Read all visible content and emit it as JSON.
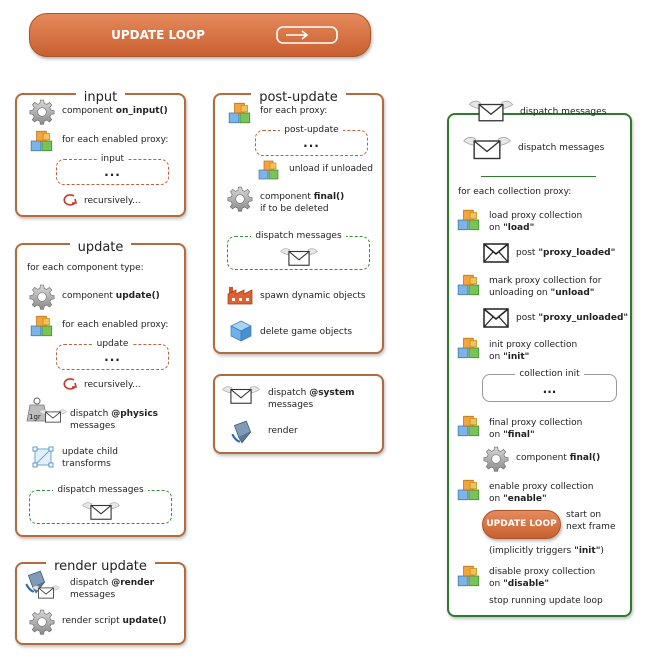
{
  "header": {
    "title": "UPDATE LOOP"
  },
  "input": {
    "title": "input",
    "component": "component",
    "on_input": "on_input()",
    "for_each": "for each enabled proxy:",
    "sub_label": "input",
    "dots": "...",
    "recursively": "recursively..."
  },
  "update": {
    "title": "update",
    "for_each_type": "for each component type:",
    "component": "component",
    "update_fn": "update()",
    "for_each": "for each enabled proxy:",
    "sub_label": "update",
    "dots": "...",
    "recursively": "recursively...",
    "dispatch": "dispatch",
    "physics": "@physics",
    "messages": "messages",
    "weight_label": "1gr",
    "child1": "update child",
    "child2": "transforms",
    "dispatch_messages": "dispatch messages"
  },
  "render_update": {
    "title": "render update",
    "dispatch": "dispatch",
    "render_tag": "@render",
    "messages": "messages",
    "script": "render script",
    "update_fn": "update()"
  },
  "post_update": {
    "title": "post-update",
    "for_each": "for each proxy:",
    "sub_label": "post-update",
    "dots": "...",
    "unload": "unload if unloaded",
    "component": "component",
    "final_fn": "final()",
    "if_deleted": "if to be deleted",
    "dispatch_messages": "dispatch messages",
    "spawn": "spawn dynamic objects",
    "delete": "delete game objects"
  },
  "system": {
    "dispatch": "dispatch",
    "system_tag": "@system",
    "messages": "messages",
    "render": "render"
  },
  "collection": {
    "dispatch1": "dispatch messages",
    "dispatch2": "dispatch messages",
    "for_each": "for each collection proxy:",
    "load1": "load proxy collection",
    "load2": "on",
    "load_tag": "\"load\"",
    "post": "post",
    "proxy_loaded": "\"proxy_loaded\"",
    "mark1": "mark proxy collection for",
    "mark2": "unloading on",
    "unload_tag": "\"unload\"",
    "proxy_unloaded": "\"proxy_unloaded\"",
    "init1": "init proxy collection",
    "init2": "on",
    "init_tag": "\"init\"",
    "collection_init": "collection init",
    "dots": "...",
    "final1": "final proxy collection",
    "final2": "on",
    "final_tag": "\"final\"",
    "component": "component",
    "final_fn": "final()",
    "enable1": "enable proxy collection",
    "enable2": "on",
    "enable_tag": "\"enable\"",
    "pill": "UPDATE LOOP",
    "start1": "start on",
    "start2": "next frame",
    "implicit_pre": "(implicitly triggers",
    "implicit_tag": "\"init\"",
    "implicit_post": ")",
    "disable1": "disable proxy collection",
    "disable2": "on",
    "disable_tag": "\"disable\"",
    "stop": "stop running update loop"
  },
  "colors": {
    "accent": "#d0703f",
    "box_border": "#b36a3c",
    "green_border": "#2f7a2f"
  }
}
